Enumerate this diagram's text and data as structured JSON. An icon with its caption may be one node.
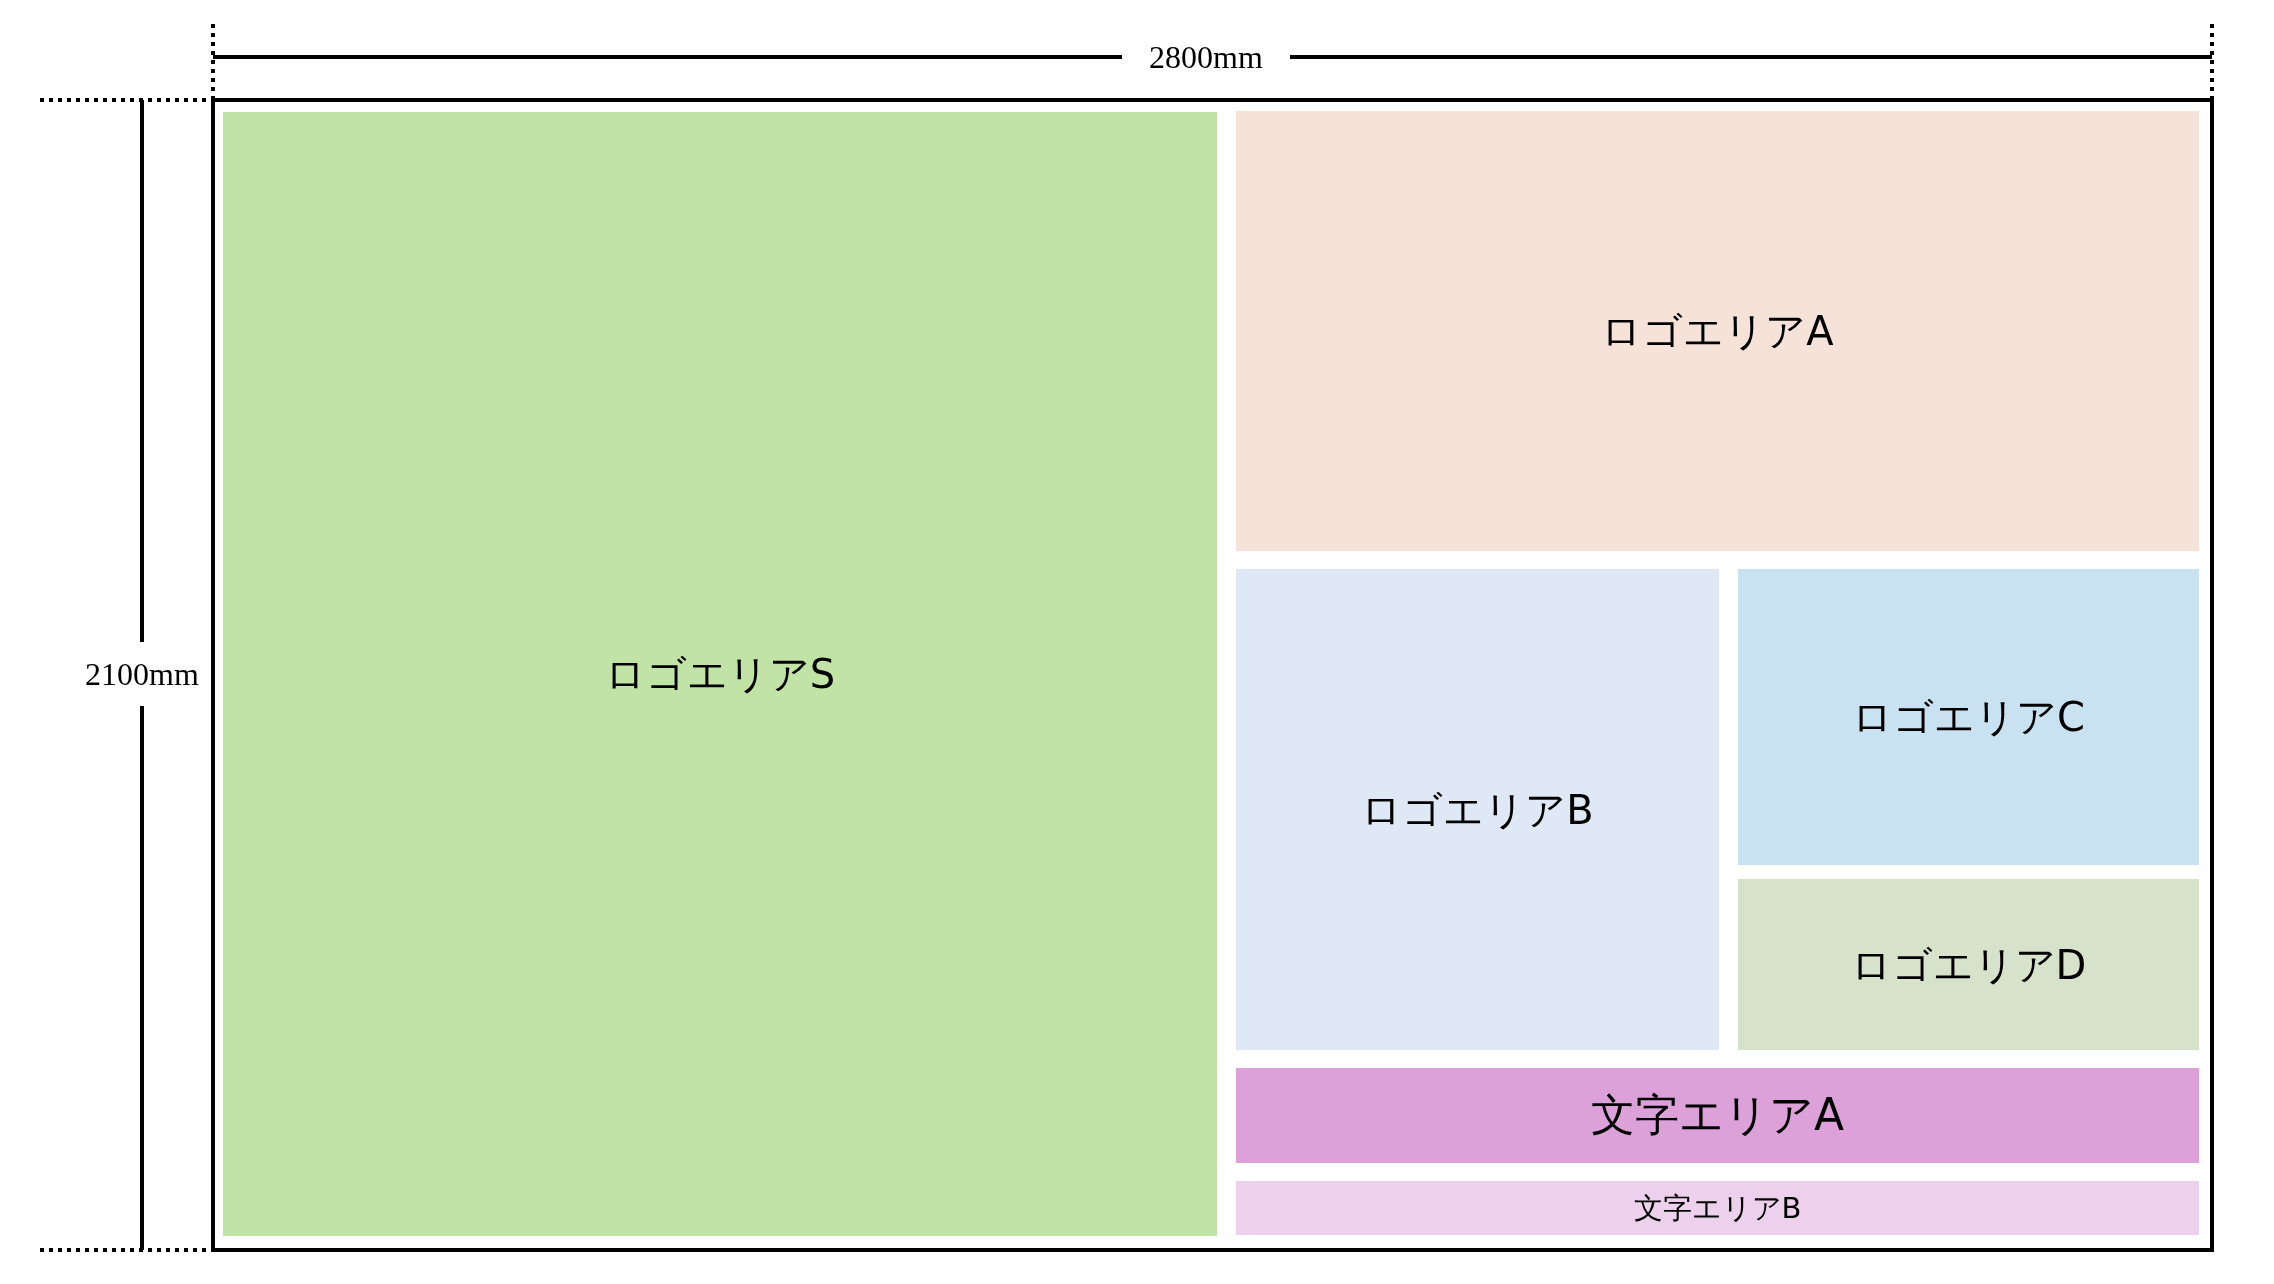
{
  "diagram": {
    "nodes": [
      {
        "text": [],
        "shape": "box"
      },
      {
        "text": [
          "ロゴエリアS"
        ],
        "in": 0
      },
      {
        "text": [
          "ロゴエリアA"
        ],
        "in": 0
      },
      {
        "text": [
          "ロゴエリアB"
        ],
        "in": 0
      },
      {
        "text": [
          "ロゴエリアC"
        ],
        "in": 0
      },
      {
        "text": [
          "ロゴエリアD"
        ],
        "in": 0
      },
      {
        "text": [
          "文字エリアA"
        ],
        "in": 0
      },
      {
        "text": [
          "文字エリアB"
        ],
        "in": 0
      }
    ],
    "labels": [
      "2800mm",
      "2100mm"
    ]
  }
}
